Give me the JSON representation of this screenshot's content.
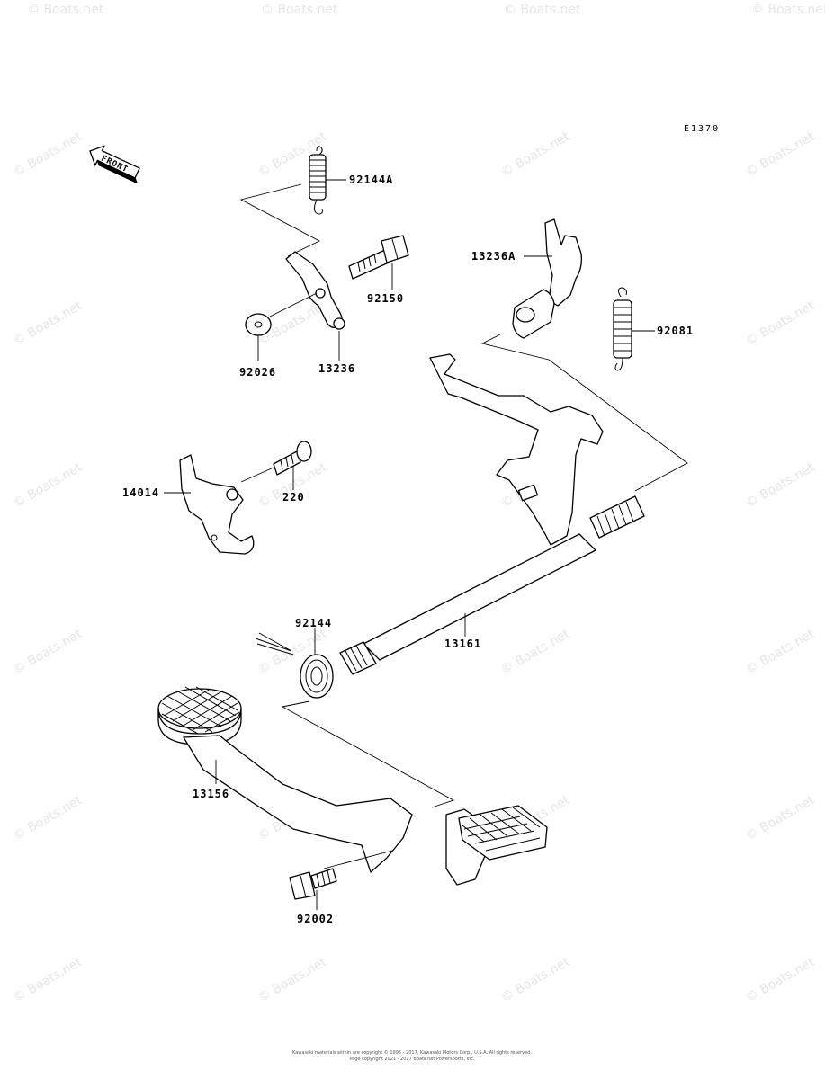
{
  "diagram_code": "E1370",
  "front_label": "FRONT",
  "watermark": "© Boats.net",
  "footer": {
    "line1": "Kawasaki materials within are copyright © 1995 - 2017, Kawasaki Motors Corp., U.S.A. All rights reserved.",
    "line2": "Page copyright 2021 - 2017 Boats.net Powersports, Inc."
  },
  "parts": [
    {
      "id": "92144A",
      "label": "92144A"
    },
    {
      "id": "92150",
      "label": "92150"
    },
    {
      "id": "92026",
      "label": "92026"
    },
    {
      "id": "13236",
      "label": "13236"
    },
    {
      "id": "13236A",
      "label": "13236A"
    },
    {
      "id": "92081",
      "label": "92081"
    },
    {
      "id": "14014",
      "label": "14014"
    },
    {
      "id": "220",
      "label": "220"
    },
    {
      "id": "92144",
      "label": "92144"
    },
    {
      "id": "13161",
      "label": "13161"
    },
    {
      "id": "13156",
      "label": "13156"
    },
    {
      "id": "92002",
      "label": "92002"
    }
  ]
}
